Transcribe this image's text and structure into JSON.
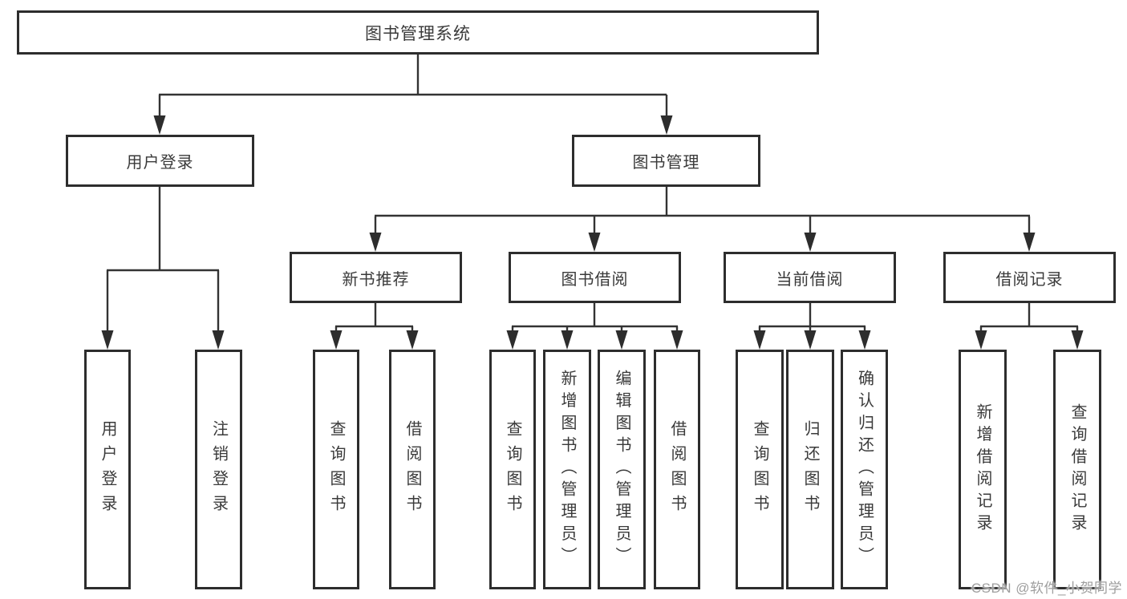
{
  "diagram": {
    "root": {
      "label": "图书管理系统"
    },
    "level2": [
      {
        "label": "用户登录"
      },
      {
        "label": "图书管理"
      }
    ],
    "level3": [
      {
        "label": "新书推荐"
      },
      {
        "label": "图书借阅"
      },
      {
        "label": "当前借阅"
      },
      {
        "label": "借阅记录"
      }
    ],
    "leaves": [
      {
        "label": "用户登录"
      },
      {
        "label": "注销登录"
      },
      {
        "label": "查询图书"
      },
      {
        "label": "借阅图书"
      },
      {
        "label": "查询图书"
      },
      {
        "label": "新增图书（管理员）"
      },
      {
        "label": "编辑图书（管理员）"
      },
      {
        "label": "借阅图书"
      },
      {
        "label": "查询图书"
      },
      {
        "label": "归还图书"
      },
      {
        "label": "确认归还（管理员）"
      },
      {
        "label": "新增借阅记录"
      },
      {
        "label": "查询借阅记录"
      }
    ]
  },
  "watermark": {
    "text": "CSDN @软件_小贺同学"
  },
  "colors": {
    "line": "#333333",
    "border": "#2d2d2d",
    "text": "#3a3a3a",
    "watermark": "#9e9e9e",
    "background": "#ffffff"
  }
}
